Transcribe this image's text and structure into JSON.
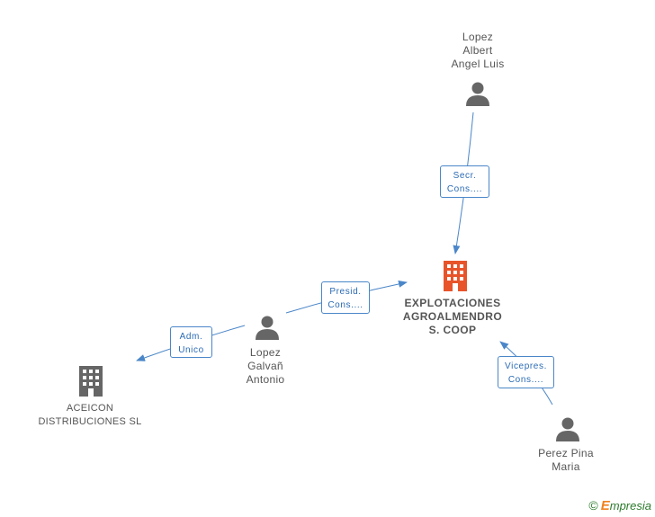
{
  "colors": {
    "edge": "#4a86c8",
    "person_icon": "#666666",
    "company_icon": "#666666",
    "main_company_icon": "#e8542a",
    "text": "#555555",
    "edge_text": "#2a6ab4"
  },
  "nodes": {
    "main": {
      "lines": [
        "EXPLOTACIONES",
        "AGROALMENDRO",
        "S.  COOP"
      ],
      "icon": "building-icon"
    },
    "lopez_albert": {
      "lines": [
        "Lopez",
        "Albert",
        "Angel Luis"
      ],
      "icon": "person-icon"
    },
    "lopez_galvan": {
      "lines": [
        "Lopez",
        "Galvañ",
        "Antonio"
      ],
      "icon": "person-icon"
    },
    "aceicon": {
      "lines": [
        "ACEICON",
        "DISTRIBUCIONES SL"
      ],
      "icon": "building-icon"
    },
    "perez_pina": {
      "lines": [
        "Perez Pina",
        "Maria"
      ],
      "icon": "person-icon"
    }
  },
  "edges": {
    "secr": {
      "lines": [
        "Secr.",
        "Cons...."
      ]
    },
    "presid": {
      "lines": [
        "Presid.",
        "Cons...."
      ]
    },
    "adm": {
      "lines": [
        "Adm.",
        "Unico"
      ]
    },
    "vicepres": {
      "lines": [
        "Vicepres.",
        "Cons...."
      ]
    }
  },
  "brand": {
    "copyright": "©",
    "initial": "E",
    "name": "mpresia"
  }
}
